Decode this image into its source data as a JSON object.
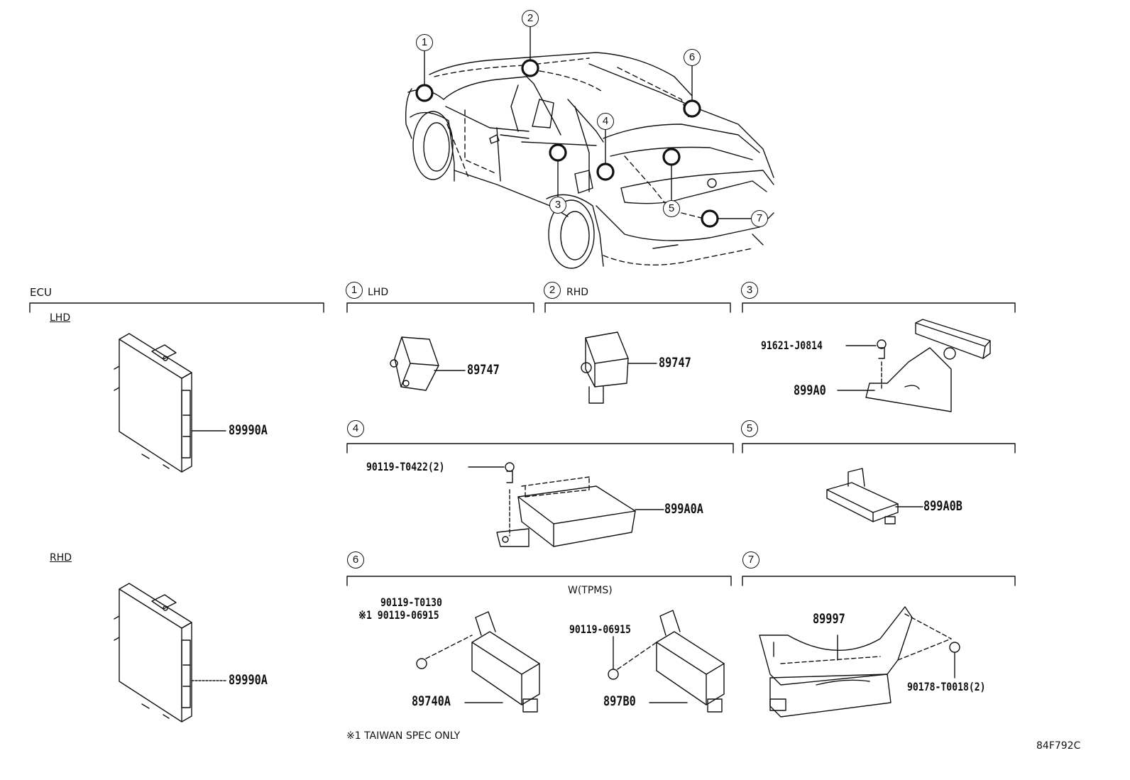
{
  "callouts": [
    "1",
    "2",
    "3",
    "4",
    "5",
    "6",
    "7"
  ],
  "sections": {
    "ecu": {
      "title": "ECU",
      "lhd": "LHD",
      "rhd": "RHD",
      "part_lhd": "89990A",
      "part_rhd": "89990A"
    },
    "s1": {
      "num": "1",
      "label": "LHD",
      "part": "89747"
    },
    "s2": {
      "num": "2",
      "label": "RHD",
      "part": "89747"
    },
    "s3": {
      "num": "3",
      "bolt": "91621-J0814",
      "part": "899A0"
    },
    "s4": {
      "num": "4",
      "bolt": "90119-T0422(2)",
      "part": "899A0A"
    },
    "s5": {
      "num": "5",
      "part": "899A0B"
    },
    "s6": {
      "num": "6",
      "variant": "W(TPMS)",
      "bolt1": "90119-T0130",
      "bolt2": "※1 90119-06915",
      "part1": "89740A",
      "bolt3": "90119-06915",
      "part2": "897B0"
    },
    "s7": {
      "num": "7",
      "part": "89997",
      "nut": "90178-T0018(2)"
    }
  },
  "footnote": "※1 TAIWAN SPEC ONLY",
  "diagram_code": "84F792C"
}
